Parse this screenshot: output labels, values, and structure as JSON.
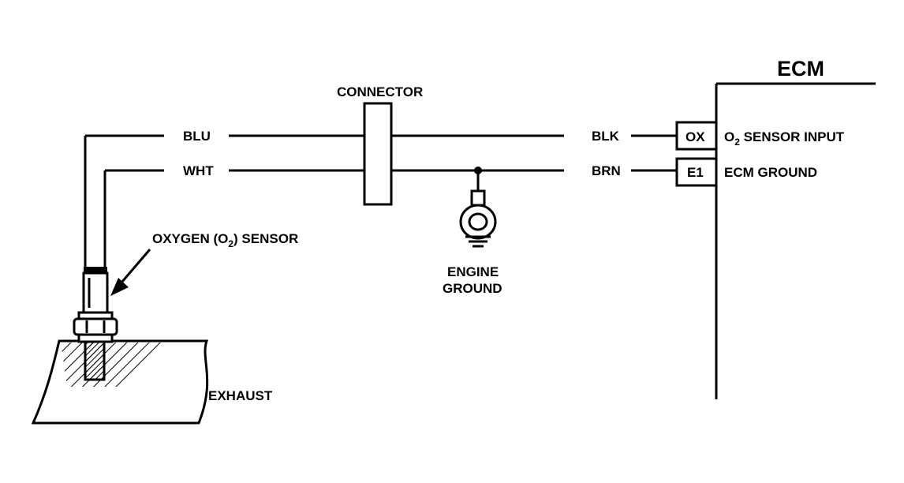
{
  "title": "ECM",
  "connector_label": "CONNECTOR",
  "wires": {
    "sensor_signal": "BLU",
    "sensor_ground": "WHT",
    "ecm_signal": "BLK",
    "ecm_ground": "BRN"
  },
  "pins": {
    "input_pin": "OX",
    "ground_pin": "E1"
  },
  "pin_descriptions": {
    "input_prefix": "O",
    "input_subscript": "2",
    "input_suffix": " SENSOR INPUT",
    "ground": "ECM GROUND"
  },
  "sensor_label": {
    "prefix": "OXYGEN (O",
    "subscript": "2",
    "suffix": ") SENSOR"
  },
  "engine_ground_label": [
    "ENGINE",
    "GROUND"
  ],
  "exhaust_label": "EXHAUST"
}
